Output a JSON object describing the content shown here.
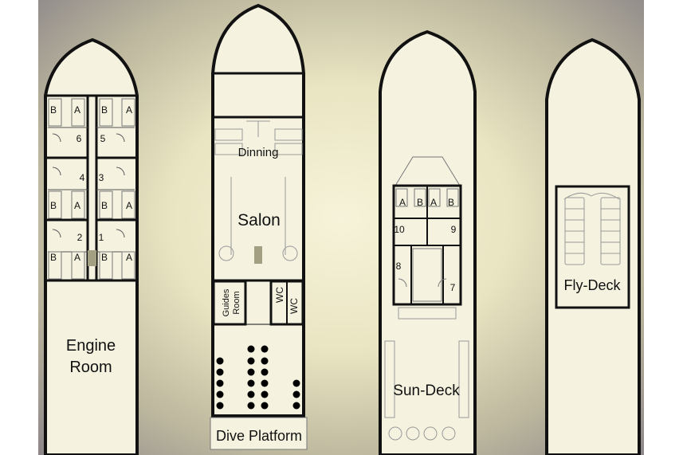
{
  "decks": [
    {
      "name": "lower-deck",
      "cabins": [
        {
          "number": "6",
          "berths": [
            "B",
            "A"
          ]
        },
        {
          "number": "5",
          "berths": [
            "B",
            "A"
          ]
        },
        {
          "number": "4",
          "berths": [
            "B",
            "A"
          ]
        },
        {
          "number": "3",
          "berths": [
            "B",
            "A"
          ]
        },
        {
          "number": "2",
          "berths": [
            "B",
            "A"
          ]
        },
        {
          "number": "1",
          "berths": [
            "B",
            "A"
          ]
        }
      ],
      "engine_room": [
        "Engine",
        "Room"
      ]
    },
    {
      "name": "main-deck",
      "dining": "Dinning",
      "salon": "Salon",
      "guides_room": [
        "Guides",
        "Room"
      ],
      "wc": [
        "WC",
        "WC"
      ],
      "dive_platform": "Dive Platform"
    },
    {
      "name": "upper-deck",
      "cabins": [
        {
          "number": "10",
          "berths": [
            "A",
            "B"
          ]
        },
        {
          "number": "9",
          "berths": [
            "A",
            "B"
          ]
        },
        {
          "number": "8",
          "berths": []
        },
        {
          "number": "7",
          "berths": []
        }
      ],
      "sun_deck": "Sun-Deck"
    },
    {
      "name": "top-deck",
      "fly_deck": "Fly-Deck"
    }
  ]
}
